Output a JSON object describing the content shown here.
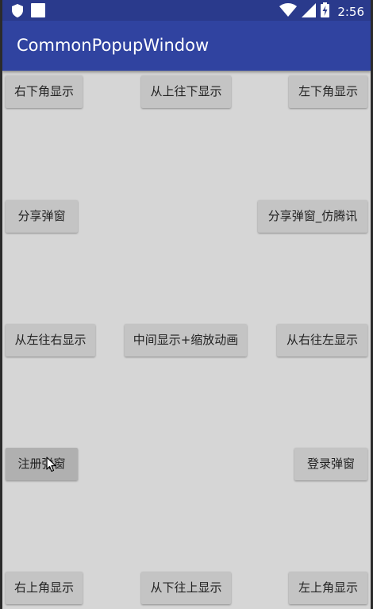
{
  "status_bar": {
    "time": "2:56",
    "icons": [
      "shield-icon",
      "notification-square-icon",
      "wifi-icon",
      "signal-icon",
      "battery-charging-icon"
    ]
  },
  "app_bar": {
    "title": "CommonPopupWindow"
  },
  "buttons": {
    "bottom_right_show": "右下角显示",
    "top_to_bottom_show": "从上往下显示",
    "bottom_left_show": "左下角显示",
    "share_popup": "分享弹窗",
    "share_popup_tencent": "分享弹窗_仿腾讯",
    "left_to_right_show": "从左往右显示",
    "center_scale_anim": "中间显示+缩放动画",
    "right_to_left_show": "从右往左显示",
    "register_popup": "注册弹窗",
    "login_popup": "登录弹窗",
    "top_right_show": "右上角显示",
    "bottom_to_top_show": "从下往上显示",
    "top_left_show": "左上角显示"
  },
  "colors": {
    "status_bar": "#2a3a8c",
    "app_bar": "#3043a0",
    "background": "#d6d6d6",
    "button": "#c4c4c4"
  }
}
